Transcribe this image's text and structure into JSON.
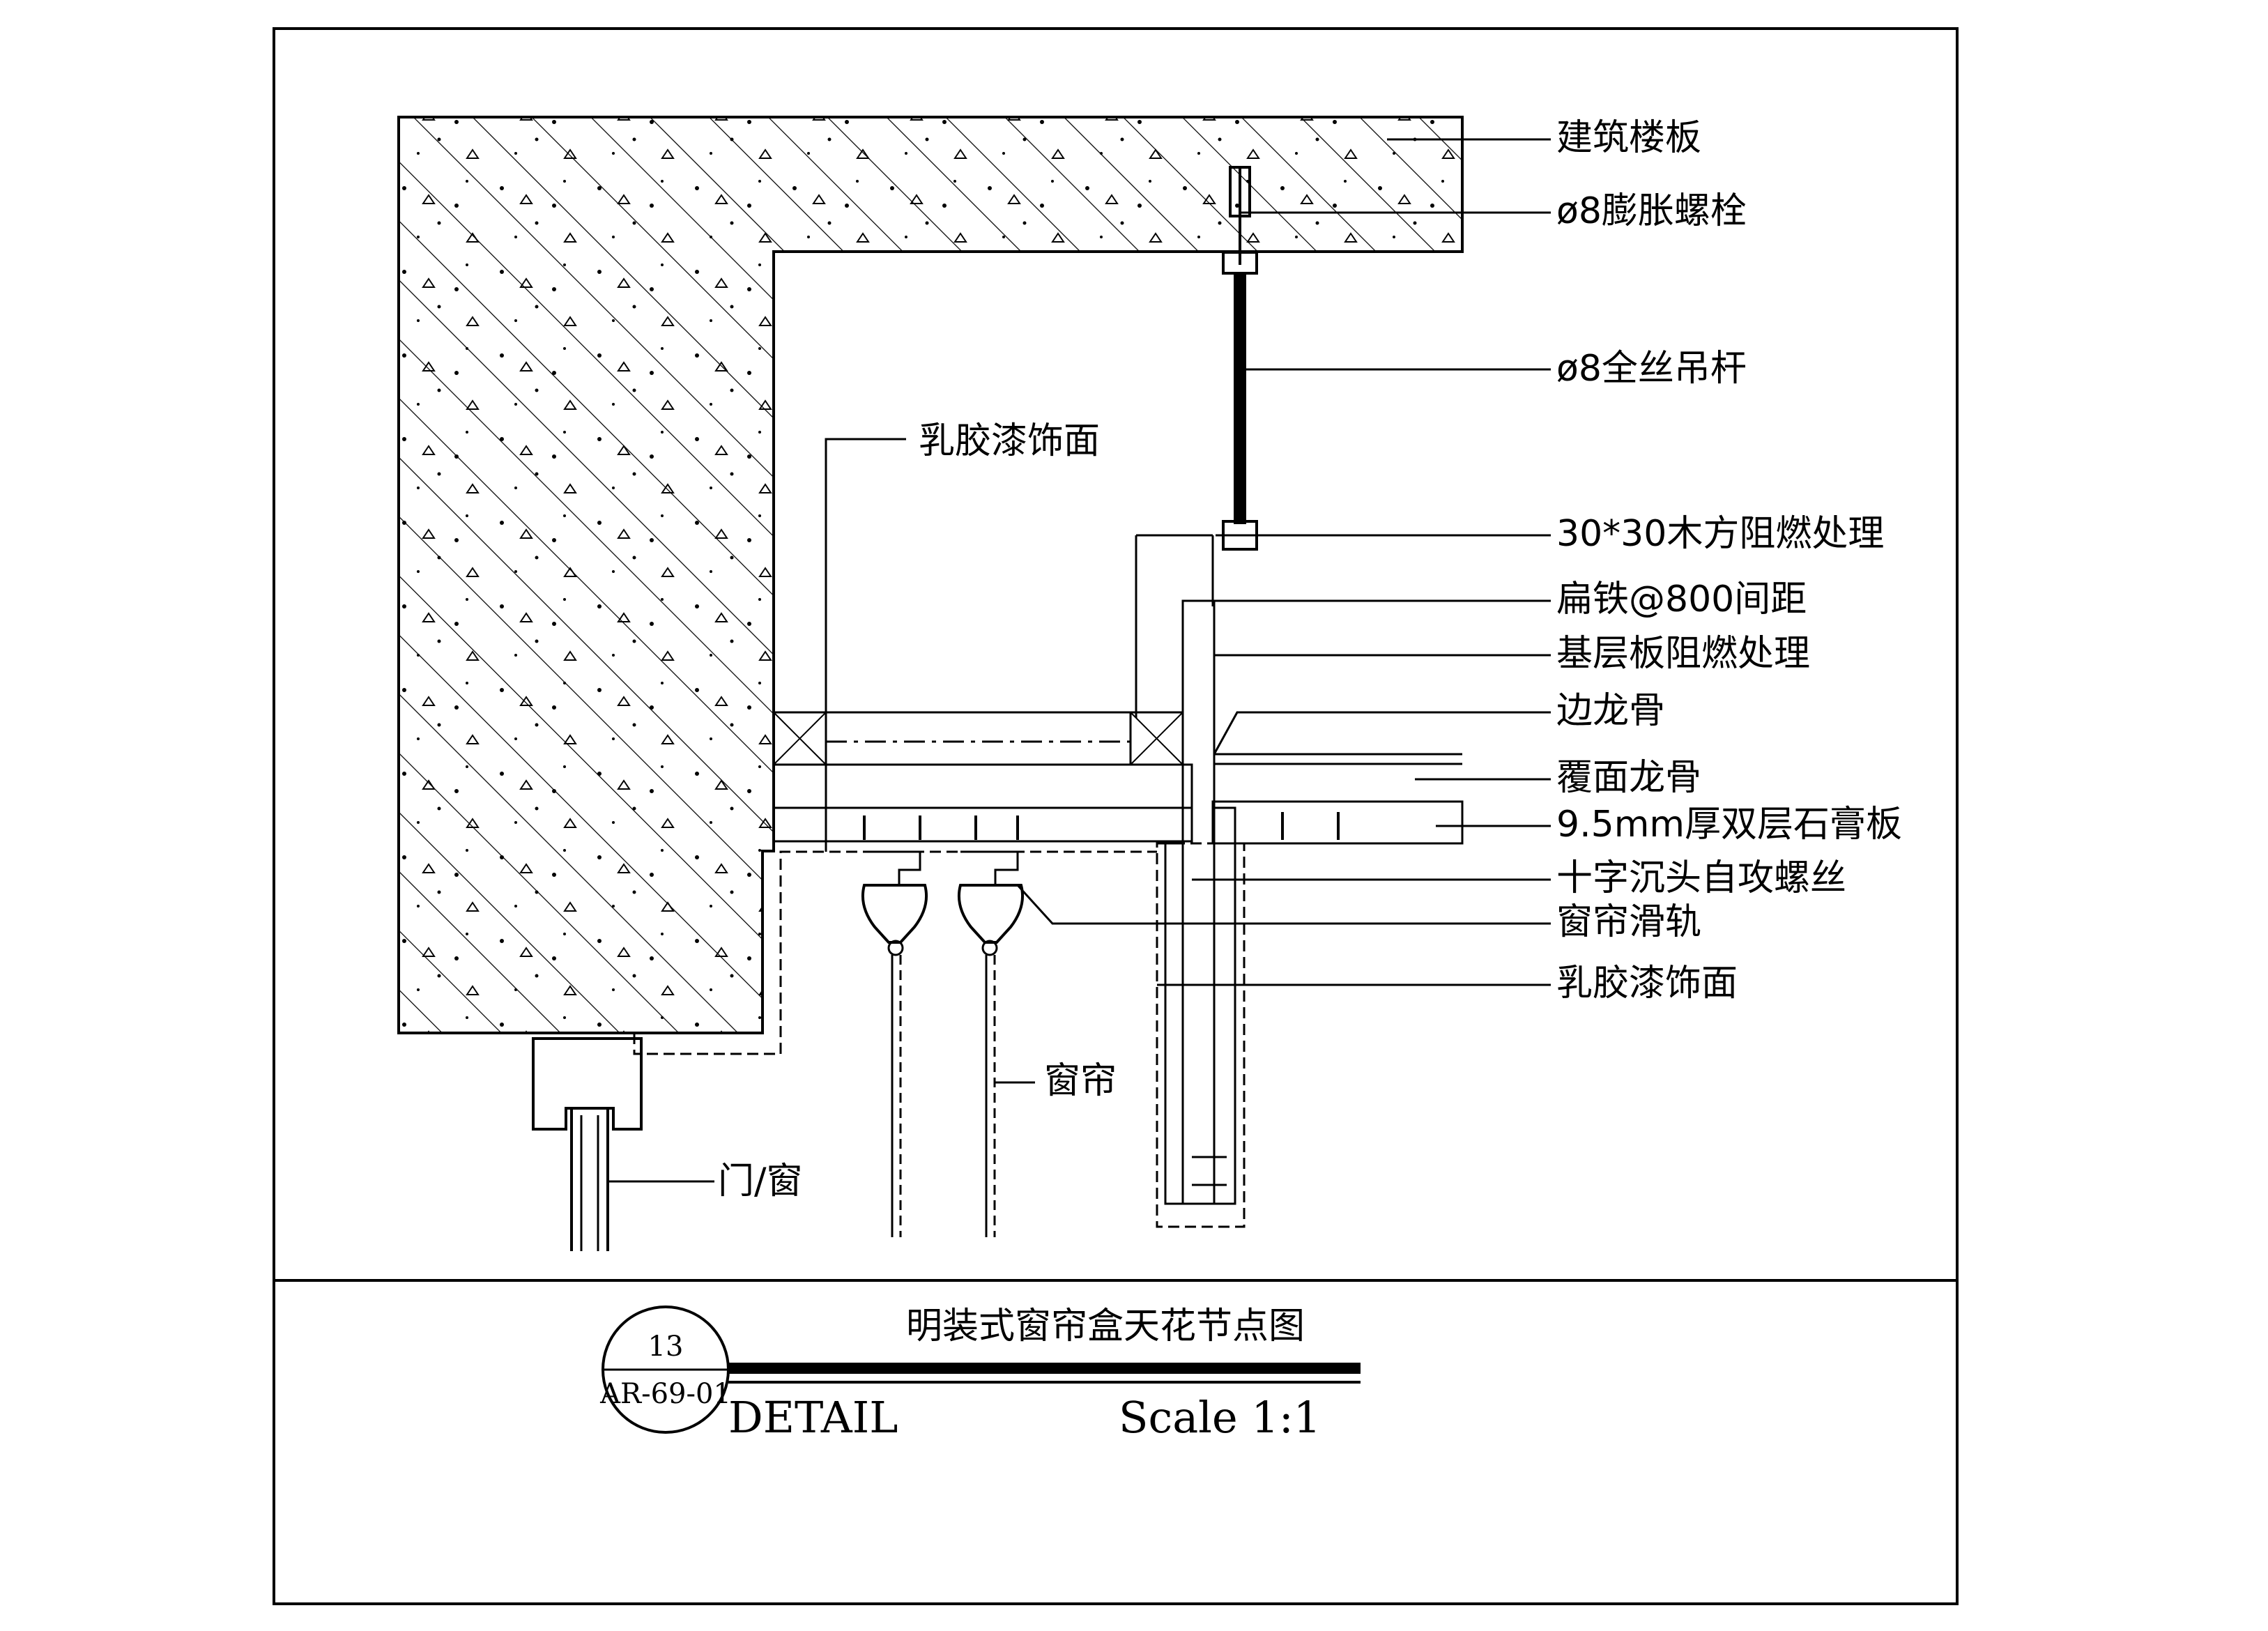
{
  "labels": {
    "floor_slab": "建筑楼板",
    "expansion_bolt": "ø8膨胀螺栓",
    "threaded_rod": "ø8全丝吊杆",
    "latex_paint_top": "乳胶漆饰面",
    "wood_batten": "30*30木方阻燃处理",
    "flat_iron": "扁铁@800间距",
    "base_board": "基层板阻燃处理",
    "edge_keel": "边龙骨",
    "cover_keel": "覆面龙骨",
    "gypsum_board": "9.5mm厚双层石膏板",
    "screw": "十字沉头自攻螺丝",
    "curtain_rail": "窗帘滑轨",
    "latex_paint_right": "乳胶漆饰面",
    "curtain": "窗帘",
    "door_window": "门/窗"
  },
  "title_block": {
    "title": "明装式窗帘盒天花节点图",
    "detail_number": "13",
    "sheet_ref": "AR-69-01",
    "detail_word": "DETAIL",
    "scale": "Scale 1:1"
  }
}
